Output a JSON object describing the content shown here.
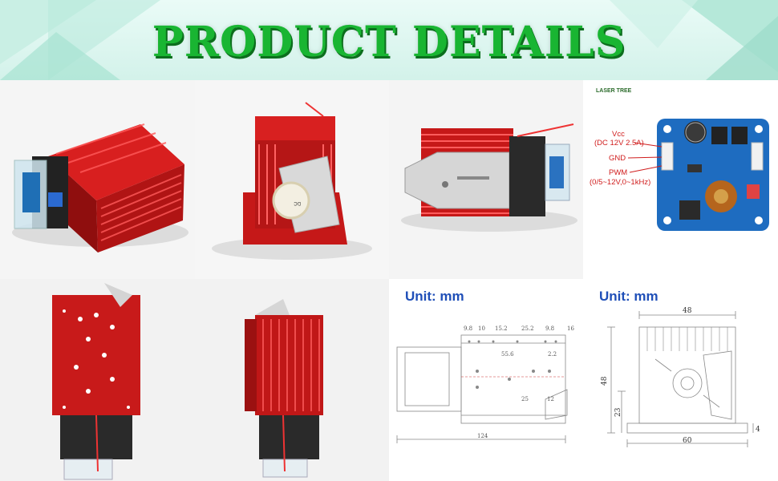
{
  "header": {
    "title": "PRODUCT DETAILS"
  },
  "board": {
    "brand": "LASER TREE",
    "labels": {
      "vcc": "Vcc",
      "vcc_spec": "(DC 12V 2.5A)",
      "gnd": "GND",
      "pwm": "PWM",
      "pwm_spec": "(0/5~12V,0~1kHz)"
    }
  },
  "drawing_side": {
    "unit": "Unit: mm",
    "dims": {
      "d1": "9.8",
      "d2": "10",
      "d3": "15.2",
      "d4": "25.2",
      "d5": "9.8",
      "d6": "55.6",
      "d7": "2.2",
      "d8": "25",
      "d9": "12",
      "d10": "124",
      "d11": "16"
    }
  },
  "drawing_front": {
    "unit": "Unit: mm",
    "dims": {
      "width_top": "48",
      "height": "48",
      "height_base": "23",
      "width_base": "60",
      "thickness": "4"
    }
  },
  "colors": {
    "banner_text": "#19b532",
    "heatsink": "#c41818",
    "unit_text": "#1f4fb8",
    "pcb": "#1d6fc2"
  },
  "photos": [
    "module-side-with-fan",
    "heatsink-front-with-fan",
    "module-side-with-mirror",
    "driver-board",
    "module-back-vertical",
    "module-vertical-angle",
    "side-drawing",
    "front-drawing"
  ]
}
